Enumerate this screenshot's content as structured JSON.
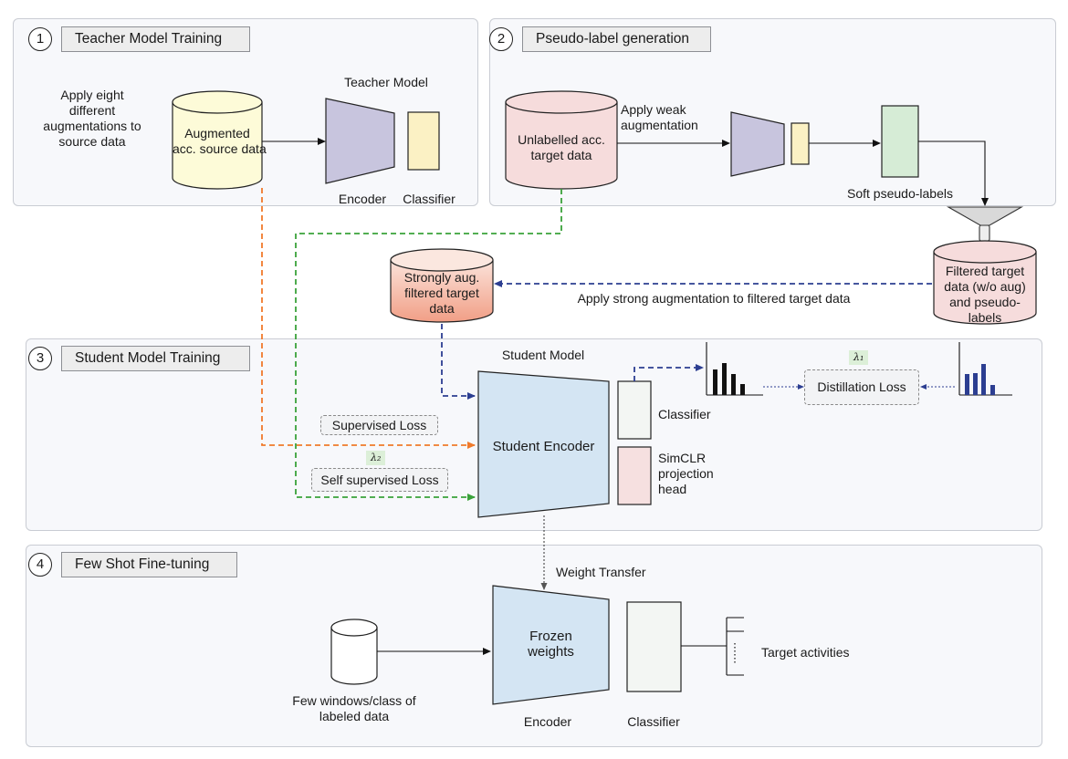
{
  "steps": {
    "s1": {
      "num": "1",
      "title": "Teacher Model Training"
    },
    "s2": {
      "num": "2",
      "title": "Pseudo-label generation"
    },
    "s3": {
      "num": "3",
      "title": "Student Model Training"
    },
    "s4": {
      "num": "4",
      "title": "Few Shot Fine-tuning"
    }
  },
  "labels": {
    "apply_eight": [
      "Apply eight",
      "different",
      "augmentations to",
      "source data"
    ],
    "augmented_source": [
      "Augmented",
      "acc. source data"
    ],
    "teacher_model": "Teacher Model",
    "encoder": "Encoder",
    "classifier": "Classifier",
    "unlabelled_target": [
      "Unlabelled acc.",
      "target  data"
    ],
    "apply_weak": [
      "Apply weak",
      "augmentation"
    ],
    "soft_pseudo": "Soft pseudo-labels",
    "filtered_target": [
      "Filtered target",
      "data (w/o aug)",
      "and pseudo-",
      "labels"
    ],
    "strongly_aug": [
      "Strongly aug.",
      "filtered target",
      "data"
    ],
    "apply_strong": "Apply strong  augmentation to filtered target data",
    "student_model": "Student Model",
    "student_encoder": "Student Encoder",
    "student_classifier": "Classifier",
    "simclr": [
      "SimCLR",
      "projection",
      "head"
    ],
    "distillation_loss": "Distillation Loss",
    "lambda1": "λ₁",
    "supervised_loss": "Supervised Loss",
    "lambda2": "λ₂",
    "self_supervised_loss": "Self supervised Loss",
    "weight_transfer": "Weight Transfer",
    "frozen_weights": [
      "Frozen",
      "weights"
    ],
    "few_windows": [
      "Few windows/class of",
      "labeled data"
    ],
    "encoder4": "Encoder",
    "classifier4": "Classifier",
    "target_activities": "Target activities"
  },
  "colors": {
    "orange_arrow": "#f07a2b",
    "green_arrow": "#3aa23a",
    "blue_arrow": "#2c3e91",
    "encoder_purple": "#c8c5de",
    "classifier_yellow": "#fbf1c4",
    "source_db": "#fdfbd8",
    "target_db": "#f6dcdc",
    "strong_db": "#f3b5a3",
    "pseudo_green": "#d6ecd6",
    "student_blue": "#d4e5f3",
    "simclr_pink": "#f6e0e0"
  }
}
